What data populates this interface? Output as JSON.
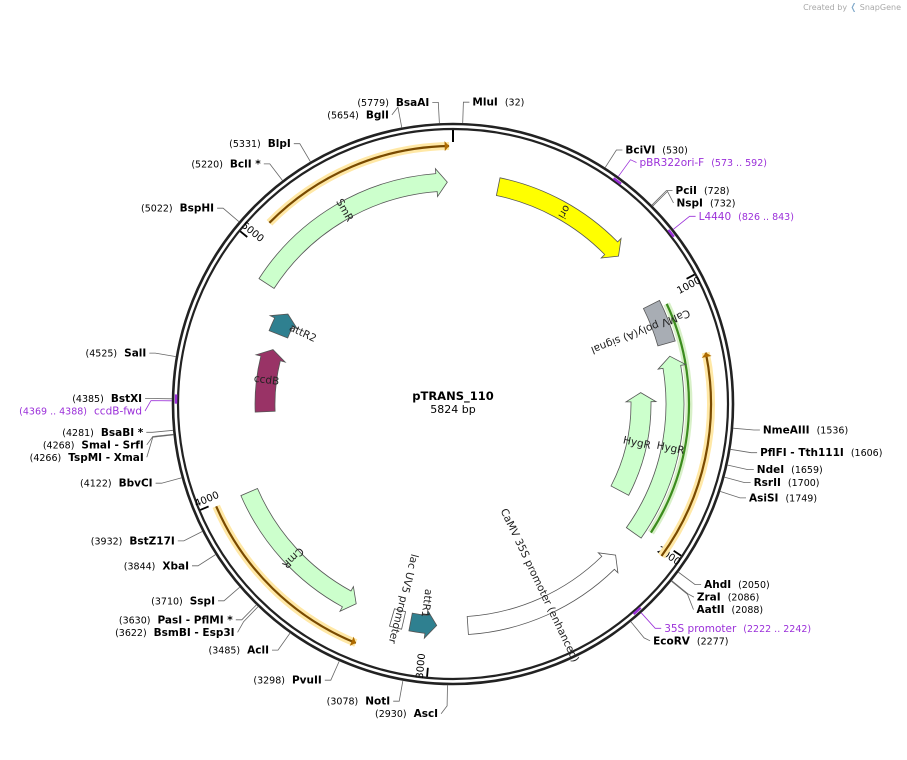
{
  "watermark": {
    "prefix": "Created by",
    "brand": "SnapGene"
  },
  "plasmid": {
    "name": "pTRANS_110",
    "length_label": "5824 bp",
    "length": 5824
  },
  "ticks": [
    {
      "pos": 1000,
      "label": "1000"
    },
    {
      "pos": 2000,
      "label": "2000"
    },
    {
      "pos": 3000,
      "label": "3000"
    },
    {
      "pos": 4000,
      "label": "4000"
    },
    {
      "pos": 5000,
      "label": "5000"
    }
  ],
  "sites": [
    {
      "name": "MluI",
      "pos_label": "(32)",
      "pos": 32,
      "side": "right"
    },
    {
      "name": "BciVI",
      "pos_label": "(530)",
      "pos": 530,
      "side": "right"
    },
    {
      "name": "PciI",
      "pos_label": "(728)",
      "pos": 728,
      "side": "right"
    },
    {
      "name": "NspI",
      "pos_label": "(732)",
      "pos": 732,
      "side": "right"
    },
    {
      "name": "NmeAIII",
      "pos_label": "(1536)",
      "pos": 1536,
      "side": "right"
    },
    {
      "name": "PflFI  - Tth111I",
      "pos_label": "(1606)",
      "pos": 1606,
      "side": "right"
    },
    {
      "name": "NdeI",
      "pos_label": "(1659)",
      "pos": 1659,
      "side": "right"
    },
    {
      "name": "RsrII",
      "pos_label": "(1700)",
      "pos": 1700,
      "side": "right"
    },
    {
      "name": "AsiSI",
      "pos_label": "(1749)",
      "pos": 1749,
      "side": "right"
    },
    {
      "name": "AhdI",
      "pos_label": "(2050)",
      "pos": 2050,
      "side": "right"
    },
    {
      "name": "ZraI",
      "pos_label": "(2086)",
      "pos": 2086,
      "side": "right"
    },
    {
      "name": "AatII",
      "pos_label": "(2088)",
      "pos": 2088,
      "side": "right"
    },
    {
      "name": "EcoRV",
      "pos_label": "(2277)",
      "pos": 2277,
      "side": "right"
    },
    {
      "name": "AscI",
      "pos_label": "(2930)",
      "pos": 2930,
      "side": "left"
    },
    {
      "name": "NotI",
      "pos_label": "(3078)",
      "pos": 3078,
      "side": "left"
    },
    {
      "name": "PvuII",
      "pos_label": "(3298)",
      "pos": 3298,
      "side": "left"
    },
    {
      "name": "AclI",
      "pos_label": "(3485)",
      "pos": 3485,
      "side": "left"
    },
    {
      "name": "BsmBI  - Esp3I",
      "pos_label": "(3622)",
      "pos": 3622,
      "side": "left"
    },
    {
      "name": "PasI  - PflMI *",
      "pos_label": "(3630)",
      "pos": 3630,
      "side": "left"
    },
    {
      "name": "SspI",
      "pos_label": "(3710)",
      "pos": 3710,
      "side": "left"
    },
    {
      "name": "XbaI",
      "pos_label": "(3844)",
      "pos": 3844,
      "side": "left"
    },
    {
      "name": "BstZ17I",
      "pos_label": "(3932)",
      "pos": 3932,
      "side": "left"
    },
    {
      "name": "BbvCI",
      "pos_label": "(4122)",
      "pos": 4122,
      "side": "left"
    },
    {
      "name": "TspMI  - XmaI",
      "pos_label": "(4266)",
      "pos": 4266,
      "side": "left"
    },
    {
      "name": "SmaI  - SrfI",
      "pos_label": "(4268)",
      "pos": 4268,
      "side": "left"
    },
    {
      "name": "BsaBI *",
      "pos_label": "(4281)",
      "pos": 4281,
      "side": "left"
    },
    {
      "name": "BstXI",
      "pos_label": "(4385)",
      "pos": 4385,
      "side": "left"
    },
    {
      "name": "SalI",
      "pos_label": "(4525)",
      "pos": 4525,
      "side": "left"
    },
    {
      "name": "BspHI",
      "pos_label": "(5022)",
      "pos": 5022,
      "side": "left"
    },
    {
      "name": "BclI *",
      "pos_label": "(5220)",
      "pos": 5220,
      "side": "left"
    },
    {
      "name": "BlpI",
      "pos_label": "(5331)",
      "pos": 5331,
      "side": "left"
    },
    {
      "name": "BglI",
      "pos_label": "(5654)",
      "pos": 5654,
      "side": "left"
    },
    {
      "name": "BsaAI",
      "pos_label": "(5779)",
      "pos": 5779,
      "side": "left"
    }
  ],
  "primers": [
    {
      "name": "pBR322ori-F",
      "pos_label": "(573 .. 592)",
      "start": 573,
      "end": 592,
      "side": "right"
    },
    {
      "name": "L4440",
      "pos_label": "(826 .. 843)",
      "start": 826,
      "end": 843,
      "side": "right"
    },
    {
      "name": "35S promoter",
      "pos_label": "(2222 .. 2242)",
      "start": 2222,
      "end": 2242,
      "side": "right"
    },
    {
      "name": "ccdB-fwd",
      "pos_label": "(4369 .. 4388)",
      "start": 4369,
      "end": 4388,
      "side": "left"
    }
  ],
  "features": [
    {
      "name": "ori",
      "start": 190,
      "end": 780,
      "dir": 1,
      "ring": "outer",
      "color": "#ffff00"
    },
    {
      "name": "CaMV poly(A) signal",
      "start": 1025,
      "end": 1200,
      "dir": 0,
      "ring": "outer",
      "color": "#a8adb4"
    },
    {
      "name": "HygR",
      "start": 1255,
      "end": 2030,
      "dir": -1,
      "ring": "outer",
      "color": "#ccffcc"
    },
    {
      "name": "HygR",
      "start": 1400,
      "end": 1900,
      "dir": -1,
      "ring": "inner",
      "color": "#ccffcc"
    },
    {
      "name": "CaMV 35S promoter (enhanced)",
      "start": 2150,
      "end": 2850,
      "dir": -1,
      "ring": "outer",
      "color": "#ffffff"
    },
    {
      "name": "attR1",
      "start": 2980,
      "end": 3090,
      "dir": -1,
      "ring": "outer",
      "color": "#2f8090"
    },
    {
      "name": "lac UV5 promoter",
      "start": 3120,
      "end": 3170,
      "dir": 0,
      "ring": "outer",
      "color": "#ffffff"
    },
    {
      "name": "CmR",
      "start": 3330,
      "end": 3990,
      "dir": -1,
      "ring": "outer",
      "color": "#ccffcc"
    },
    {
      "name": "ccdB",
      "start": 4330,
      "end": 4640,
      "dir": 1,
      "ring": "inner",
      "color": "#993366"
    },
    {
      "name": "attR2",
      "start": 4720,
      "end": 4830,
      "dir": 1,
      "ring": "inner",
      "color": "#2f8090"
    },
    {
      "name": "SmR",
      "start": 4900,
      "end": 5800,
      "dir": 1,
      "ring": "outer",
      "color": "#ccffcc"
    }
  ],
  "orf_arcs": [
    {
      "start": 1270,
      "end": 2040,
      "dir": -1,
      "color": "#e3a82b"
    },
    {
      "start": 3270,
      "end": 3990,
      "dir": -1,
      "color": "#e3a82b"
    },
    {
      "start": 5090,
      "end": 5810,
      "dir": 1,
      "color": "#e3a82b"
    }
  ],
  "green_arc": {
    "start": 1050,
    "end": 1990,
    "color": "#3c8c1e"
  }
}
